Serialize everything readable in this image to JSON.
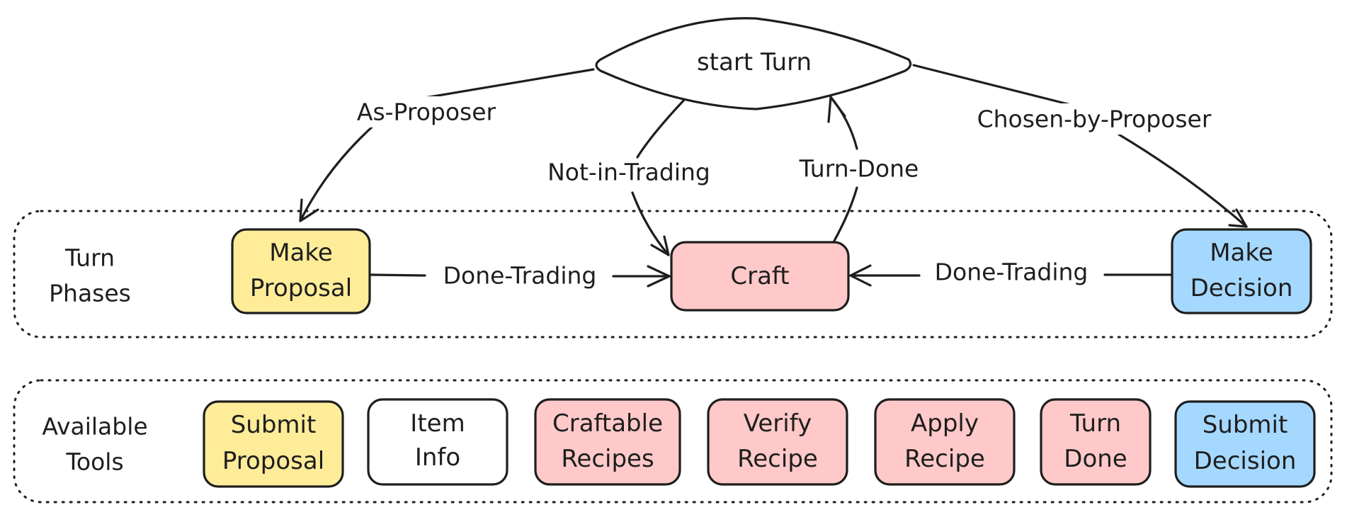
{
  "start_node": {
    "label": "start Turn"
  },
  "groups": {
    "phases": {
      "label_line1": "Turn",
      "label_line2": "Phases"
    },
    "tools": {
      "label_line1": "Available",
      "label_line2": "Tools"
    }
  },
  "phases": {
    "make_proposal": {
      "line1": "Make",
      "line2": "Proposal",
      "color": "#ffec99"
    },
    "craft": {
      "label": "Craft",
      "color": "#ffc9c9"
    },
    "make_decision": {
      "line1": "Make",
      "line2": "Decision",
      "color": "#a5d8ff"
    }
  },
  "edges": {
    "as_proposer": "As-Proposer",
    "not_in_trading": "Not-in-Trading",
    "turn_done": "Turn-Done",
    "chosen_by_proposer": "Chosen-by-Proposer",
    "done_trading_left": "Done-Trading",
    "done_trading_right": "Done-Trading"
  },
  "tools": [
    {
      "line1": "Submit",
      "line2": "Proposal",
      "color": "#ffec99"
    },
    {
      "line1": "Item",
      "line2": "Info",
      "color": "#ffffff"
    },
    {
      "line1": "Craftable",
      "line2": "Recipes",
      "color": "#ffc9c9"
    },
    {
      "line1": "Verify",
      "line2": "Recipe",
      "color": "#ffc9c9"
    },
    {
      "line1": "Apply",
      "line2": "Recipe",
      "color": "#ffc9c9"
    },
    {
      "line1": "Turn",
      "line2": "Done",
      "color": "#ffc9c9"
    },
    {
      "line1": "Submit",
      "line2": "Decision",
      "color": "#a5d8ff"
    }
  ]
}
